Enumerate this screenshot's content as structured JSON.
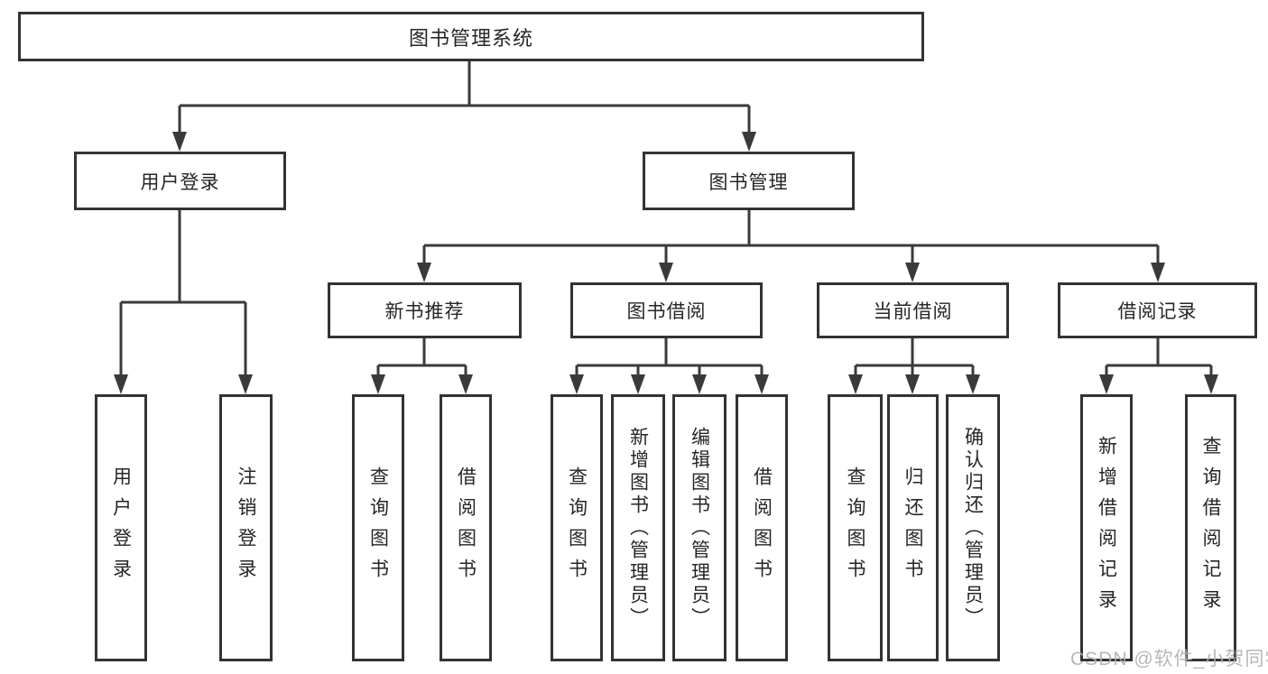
{
  "diagram": {
    "type": "hierarchy",
    "root": {
      "label": "图书管理系统",
      "children": [
        {
          "label": "用户登录",
          "children": [
            {
              "label": "用户登录"
            },
            {
              "label": "注销登录"
            }
          ]
        },
        {
          "label": "图书管理",
          "children": [
            {
              "label": "新书推荐",
              "children": [
                {
                  "label": "查询图书"
                },
                {
                  "label": "借阅图书"
                }
              ]
            },
            {
              "label": "图书借阅",
              "children": [
                {
                  "label": "查询图书"
                },
                {
                  "label": "新增图书（管理员）"
                },
                {
                  "label": "编辑图书（管理员）"
                },
                {
                  "label": "借阅图书"
                }
              ]
            },
            {
              "label": "当前借阅",
              "children": [
                {
                  "label": "查询图书"
                },
                {
                  "label": "归还图书"
                },
                {
                  "label": "确认归还（管理员）"
                }
              ]
            },
            {
              "label": "借阅记录",
              "children": [
                {
                  "label": "新增借阅记录"
                },
                {
                  "label": "查询借阅记录"
                }
              ]
            }
          ]
        }
      ]
    }
  },
  "watermark": {
    "text": "CSDN @软件_小贺同学"
  },
  "colors": {
    "line": "#3a3a3a",
    "box_border": "#333333",
    "text": "#262626",
    "watermark": "#b0b0b0",
    "background": "#ffffff"
  }
}
